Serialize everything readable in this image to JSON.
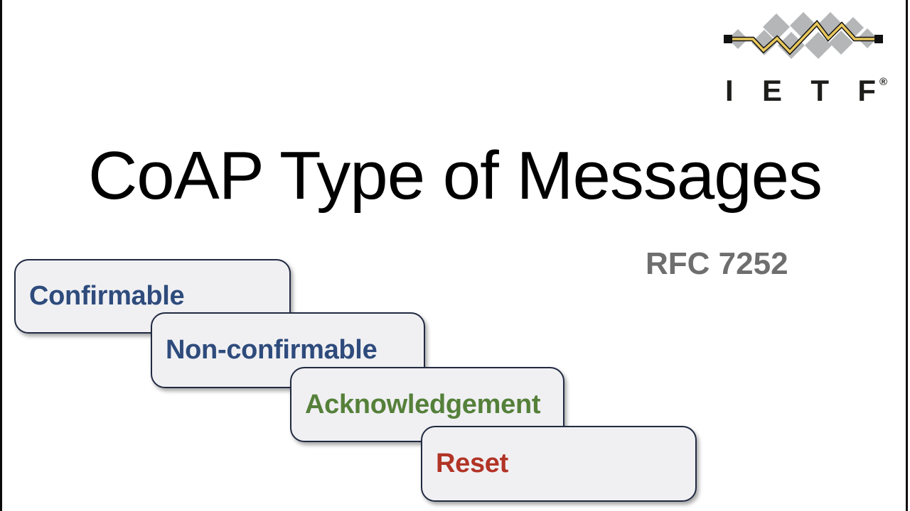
{
  "slide": {
    "title": "CoAP Type of Messages",
    "subtitle": "RFC 7252"
  },
  "logo": {
    "brand": "IETF",
    "letters": "IETF",
    "registered_mark": "®"
  },
  "cards": [
    {
      "label": "Confirmable"
    },
    {
      "label": "Non-confirmable"
    },
    {
      "label": "Acknowledgement"
    },
    {
      "label": "Reset"
    }
  ],
  "colors": {
    "background": "#ffffff",
    "edge_bar": "#0a0a0a",
    "title_text": "#000000",
    "subtitle_text": "#6e6e6e",
    "card_fill": "#f0f0f3",
    "card_border": "#222a42",
    "confirmable_text": "#2e4b7c",
    "non_confirmable_text": "#2e4b7c",
    "acknowledgement_text": "#55803a",
    "reset_text": "#b23426",
    "logo_diamond": "#b4b6b8",
    "logo_line_gold": "#e8c75c",
    "logo_line_outline": "#111111",
    "logo_text": "#1d1d1b"
  }
}
